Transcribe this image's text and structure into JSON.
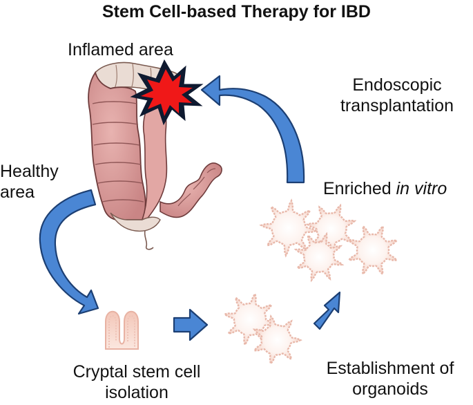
{
  "title": "Stem Cell-based Therapy for IBD",
  "labels": {
    "inflamed_area": "Inflamed area",
    "endoscopic_line1": "Endoscopic",
    "endoscopic_line2": "transplantation",
    "healthy_line1": "Healthy",
    "healthy_line2": "area",
    "enriched_prefix": "Enriched ",
    "enriched_italic": "in vitro",
    "cryptal_line1": "Cryptal stem cell",
    "cryptal_line2": "isolation",
    "establish_line1": "Establishment of",
    "establish_line2": "organoids"
  },
  "icons": {
    "colon": "colon-illustration-icon",
    "inflammation": "inflammation-burst-icon",
    "crypt": "intestinal-crypt-icon",
    "organoid": "organoid-icon"
  },
  "colors": {
    "arrow_fill": "#4a86d4",
    "arrow_stroke": "#1c3f73",
    "colon_fill": "#d99a9a",
    "colon_stroke": "#7a4545",
    "burst_fill": "#f01818",
    "burst_outer": "#0f1a30",
    "organoid_fill": "#fbe9e3",
    "organoid_stroke": "#e8b8aa"
  }
}
